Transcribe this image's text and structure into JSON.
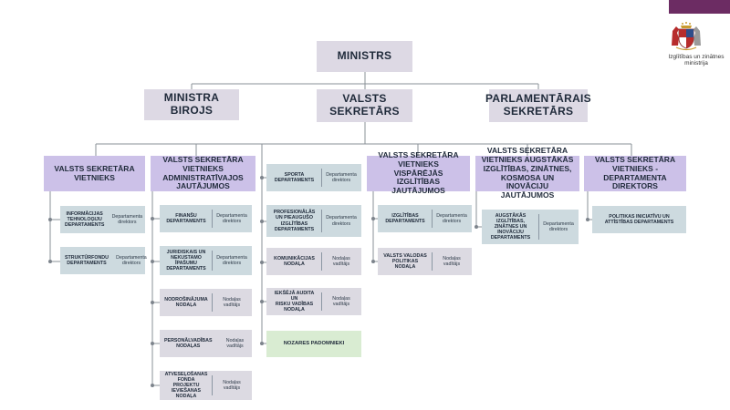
{
  "brand": {
    "ministry_name": "Izglītības un zinātnes\nministrija",
    "bar_color": "#6c2c63"
  },
  "top": {
    "minister": "MINISTRS",
    "minister_office": "MINISTRA BIROJS",
    "state_secretary": "VALSTS\nSEKRETĀRS",
    "parliamentary_secretary": "PARLAMENTĀRAIS\nSEKRETĀRS"
  },
  "vices": [
    "VALSTS SEKRETĀRA\nVIETNIEKS",
    "VALSTS SEKRETĀRA\nVIETNIEKS\nADMINISTRATĪVAJOS\nJAUTĀJUMOS",
    "VALSTS SEKRETĀRA\nVIETNIEKS VISPĀRĒJĀS\nIZGLĪTĪBAS JAUTĀJUMOS",
    "VALSTS SEKRETĀRA\nVIETNIEKS AUGSTĀKĀS\nIZGLĪTĪBAS, ZINĀTNES,\nKOSMOSA UN INOVĀCIJU\nJAUTĀJUMOS",
    "VALSTS SEKRETĀRA\nVIETNIEKS - DEPARTAMENTA\nDIREKTORS"
  ],
  "roles": {
    "director": "Departamenta\ndirektors",
    "head": "Nodaļas\nvadītājs"
  },
  "units": {
    "col1": [
      {
        "name": "INFORMĀCIJAS\nTEHNOLOĢIJU\nDEPARTAMENTS",
        "role": "Departamenta\ndirektors"
      },
      {
        "name": "STRUKTŪRFONDU\nDEPARTAMENTS",
        "role": "Departamenta\ndirektors"
      }
    ],
    "col2": [
      {
        "name": "FINANŠU\nDEPARTAMENTS",
        "role": "Departamenta\ndirektors"
      },
      {
        "name": "JURIDISKAIS UN\nNEKUSTAMO\nĪPAŠUMU\nDEPARTAMENTS",
        "role": "Departamenta\ndirektors"
      },
      {
        "name": "NODROŠINĀJUMA\nNODAĻA",
        "role": "Nodaļas\nvadītājs"
      },
      {
        "name": "PERSONĀLVADĪBAS\nNODAĻAS",
        "role": "Nodaļas\nvadītājs"
      },
      {
        "name": "ATVESEĻOŠANAS\nFONDA PROJEKTU\nIEVIEŠANAS\nNODAĻA",
        "role": "Nodaļas\nvadītājs"
      }
    ],
    "col3": [
      {
        "name": "SPORTA\nDEPARTAMENTS",
        "role": "Departamenta\ndirektors"
      },
      {
        "name": "PROFESIONĀLĀS\nUN PIEAUGUŠO\nIZGLĪTĪBAS\nDEPARTAMENTS",
        "role": "Departamenta\ndirektors"
      },
      {
        "name": "KOMUNIKĀCIJAS\nNODAĻA",
        "role": "Nodaļas\nvadītājs"
      },
      {
        "name": "IEKŠĒJĀ AUDITA UN\nRISKU VADĪBAS\nNODAĻA",
        "role": "Nodaļas\nvadītājs"
      },
      {
        "name": "NOZARES PADOMNIEKI",
        "role": ""
      }
    ],
    "col4": [
      {
        "name": "IZGLĪTĪBAS\nDEPARTAMENTS",
        "role": "Departamenta\ndirektors"
      },
      {
        "name": "VALSTS VALODAS\nPOLITIKAS\nNODAĻA",
        "role": "Nodaļas\nvadītājs"
      }
    ],
    "col5": [
      {
        "name": "AUGSTĀKĀS\nIZGLĪTĪBAS,\nZINĀTNES UN\nINOVĀCIJU\nDEPARTAMENTS",
        "role": "Departamenta\ndirektors"
      }
    ],
    "col6": [
      {
        "name": "POLITIKAS INICIATĪVU UN\nATTĪSTĪBAS DEPARTAMENTS",
        "role": ""
      }
    ]
  },
  "colors": {
    "top_box": "#ddd9e4",
    "vice_box": "#ccc1e8",
    "department_box": "#cddadf",
    "section_box": "#dcdae2",
    "council_box": "#d9ecd2",
    "connector": "#8a9097"
  }
}
